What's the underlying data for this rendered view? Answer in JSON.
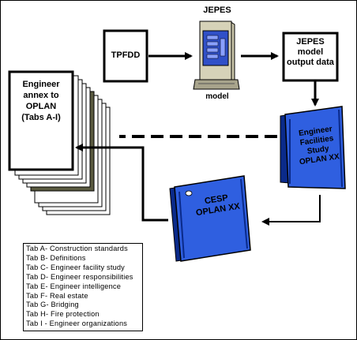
{
  "boxes": {
    "tpfdd": "TPFDD",
    "jepes_title": "JEPES",
    "model_label": "model",
    "output_line1": "JEPES",
    "output_line2": "model",
    "output_line3": "output data"
  },
  "annex": {
    "line1": "Engineer",
    "line2": "annex to",
    "line3": "OPLAN",
    "line4": "(Tabs A-I)"
  },
  "binders": {
    "efs_line1": "Engineer",
    "efs_line2": "Facilities",
    "efs_line3": "Study",
    "efs_line4": "OPLAN XX",
    "cesp_line1": "CESP",
    "cesp_line2": "OPLAN XX"
  },
  "tabs": [
    "Tab A- Construction standards",
    "Tab B- Definitions",
    "Tab C- Engineer facility study",
    "Tab D- Engineer responsibilities",
    "Tab E- Engineer intelligence",
    "Tab F- Real estate",
    "Tab G- Bridging",
    "Tab H- Fire protection",
    "Tab I - Engineer organizations"
  ],
  "colors": {
    "binder_blue": "#2f5fe0",
    "binder_dark": "#0a2a8a",
    "computer_beige": "#c8c4a8",
    "screen_blue": "#3050c8",
    "olive_page": "#5a5a40"
  }
}
